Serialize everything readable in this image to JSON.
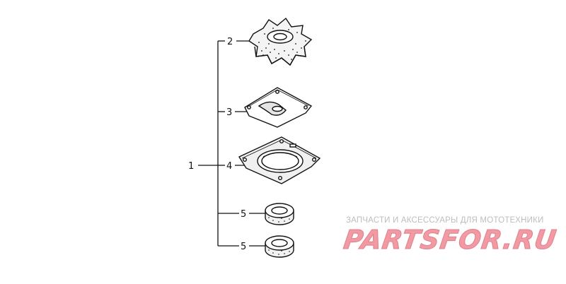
{
  "callouts": {
    "assembly": "1",
    "impeller": "2",
    "plate": "3",
    "gasket": "4",
    "seal_upper": "5",
    "seal_lower": "5"
  },
  "watermark": {
    "tagline": "ЗАПЧАСТИ И АКСЕССУАРЫ ДЛЯ МОТОТЕХНИКИ",
    "logo": "PARTSFOR.RU"
  },
  "colors": {
    "line": "#111111",
    "watermark_text": "#bdbdbd",
    "watermark_logo": "#f29aa3"
  }
}
